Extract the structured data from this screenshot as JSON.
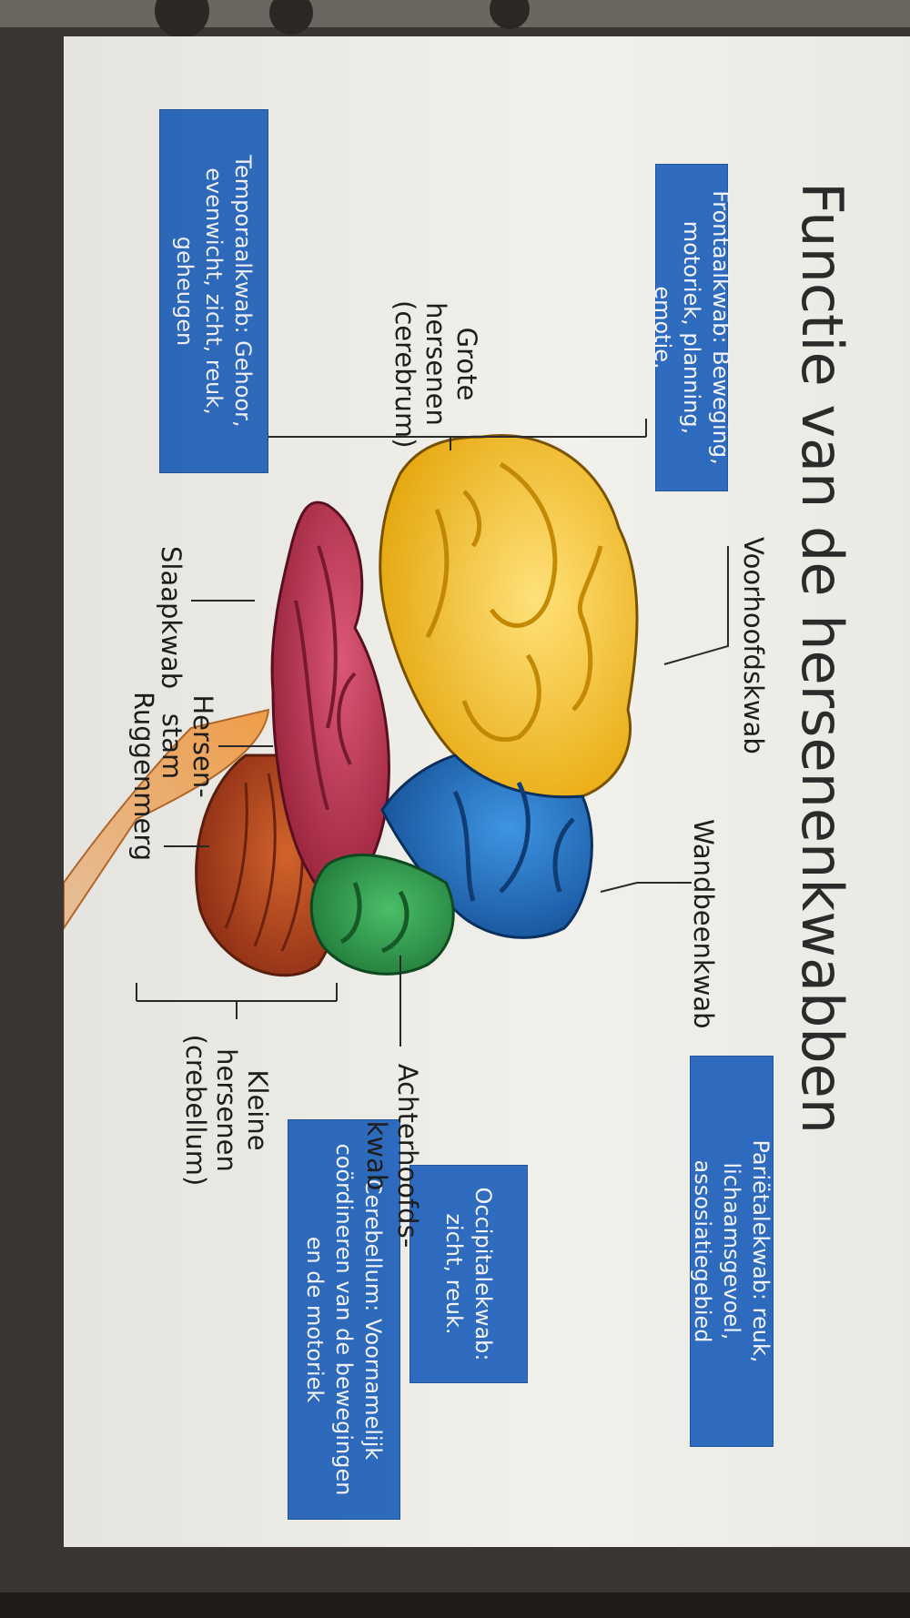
{
  "title": "Functie van de hersenenkwabben",
  "info_boxes": {
    "frontal": "Frontaalkwab: Beweging, motoriek, planning, emotie.",
    "temporal": "Temporaalkwab: Gehoor, evenwicht, zicht, reuk, geheugen",
    "parietal": "Pariëtalekwab: reuk, lichaamsgevoel, assosiatiegebied",
    "occipital": "Occipitalekwab: zicht, reuk.",
    "cerebellum": "Cerebellum: Voornamelijk coördineren van de bewegingen en de motoriek"
  },
  "labels": {
    "cerebrum": "Grote hersenen (cerebrum)",
    "frontal_lobe": "Voorhoofdskwab",
    "parietal_lobe": "Wandbeenkwab",
    "temporal_lobe": "Slaapkwab",
    "brainstem": "Hersen- stam",
    "spinal_cord": "Ruggenmerg",
    "occipital_lobe": "Achterhoofds- kwab",
    "cerebellum": "Kleine hersenen (crebellum)"
  },
  "colors": {
    "frontal": "#f5c21a",
    "parietal": "#1f6fc4",
    "occipital": "#2f9a4c",
    "temporal": "#c22e4c",
    "cerebellum": "#b84a1f",
    "brainstem": "#f08a2c",
    "box": "#2f6cc0"
  }
}
